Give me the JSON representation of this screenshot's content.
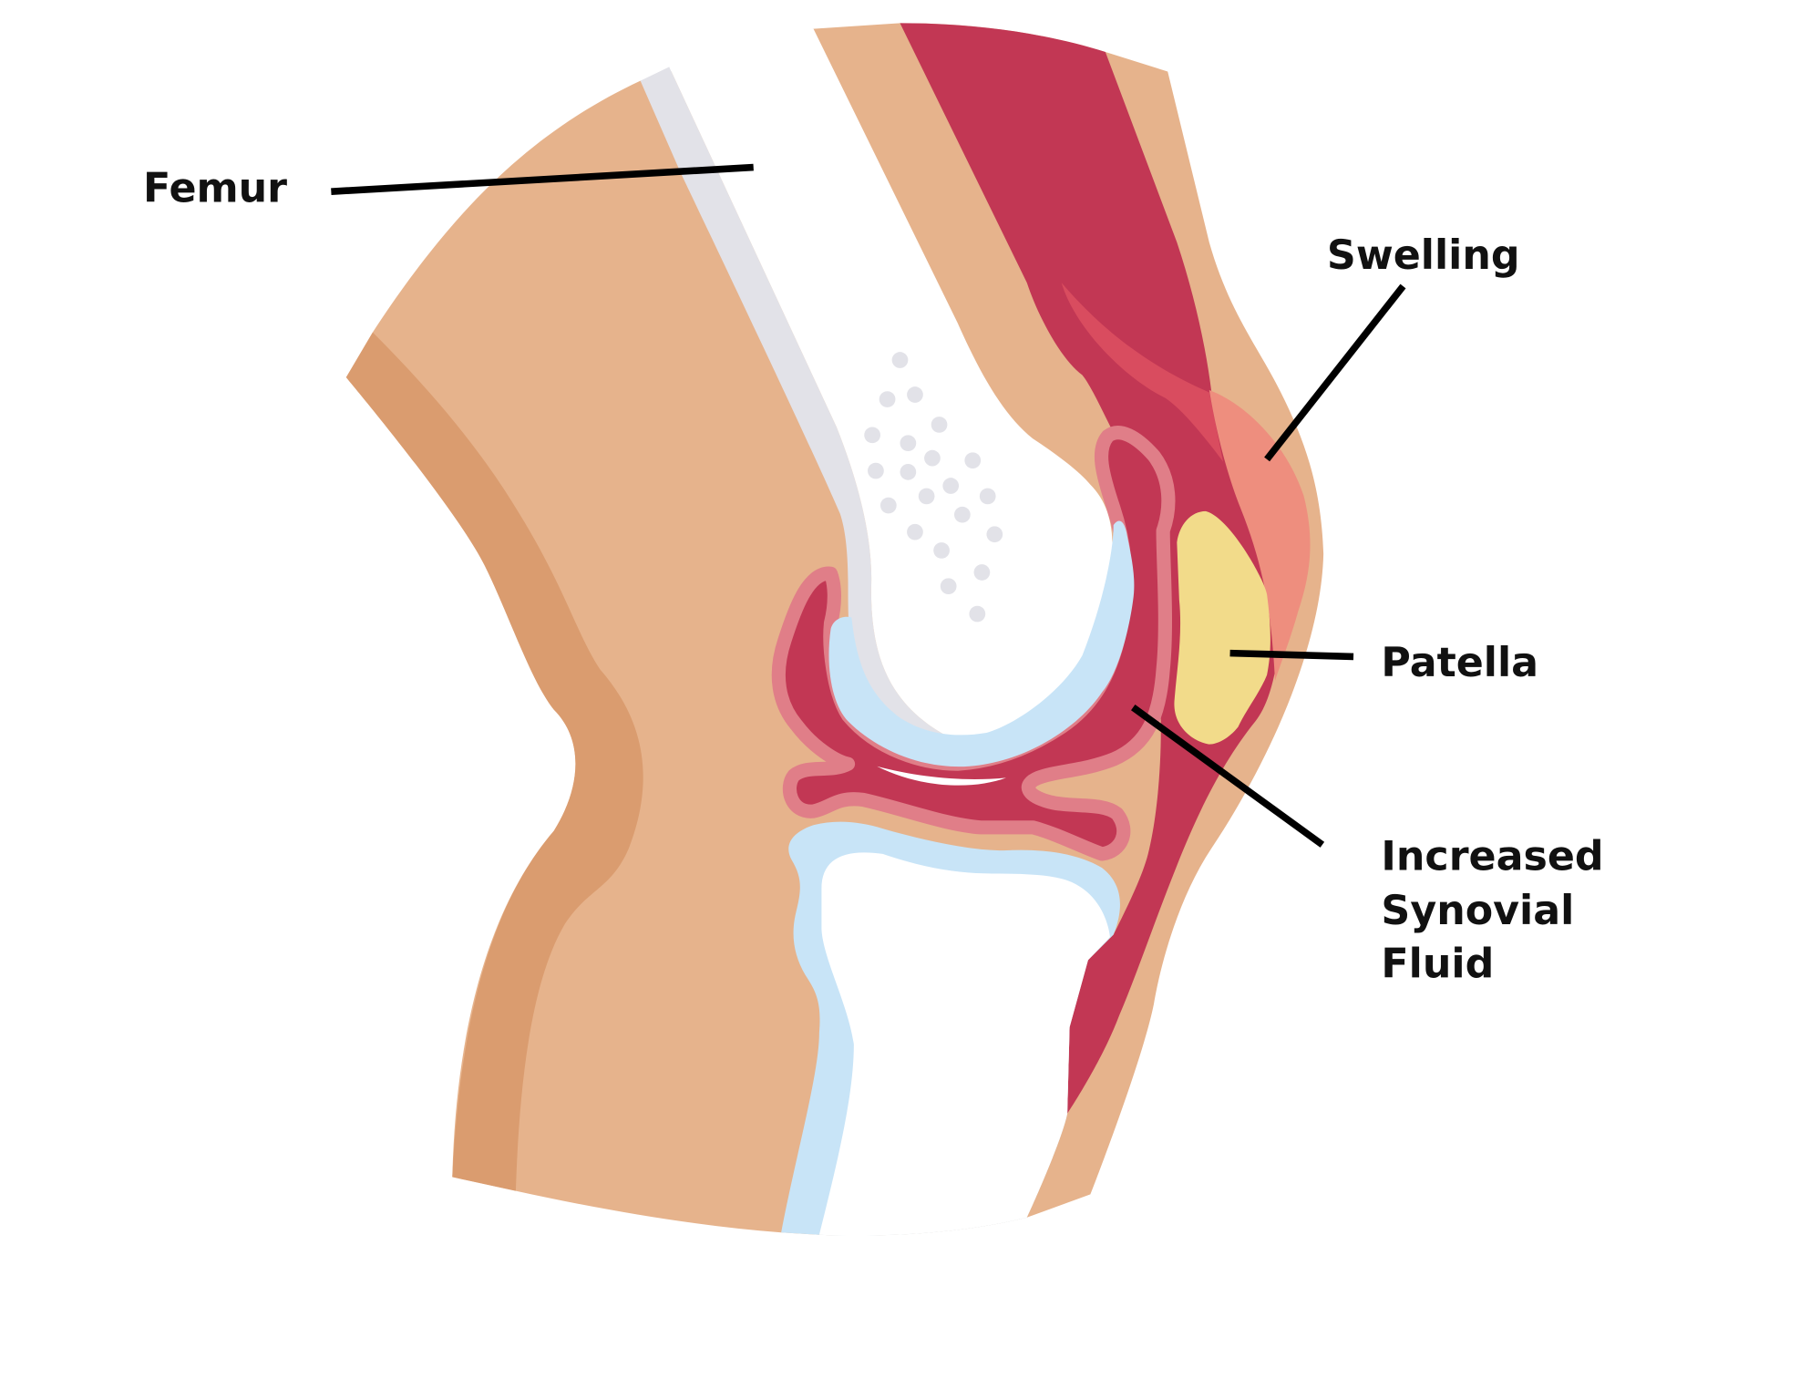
{
  "diagram": {
    "labels": {
      "femur": "Femur",
      "swelling": "Swelling",
      "patella": "Patella",
      "synovial_line1": "Increased",
      "synovial_line2": "Synovial",
      "synovial_line3": "Fluid"
    },
    "colors": {
      "skin": "#E6B38C",
      "skin_dark": "#DA9C6F",
      "muscle": "#C23754",
      "swelling": "#EE8E7E",
      "swelling_inner": "#D94C5F",
      "bone": "#FFFFFF",
      "bone_edge": "#E2E2E8",
      "cartilage": "#C8E4F7",
      "capsule": "#E07E88",
      "patella": "#F2DB8A"
    }
  }
}
